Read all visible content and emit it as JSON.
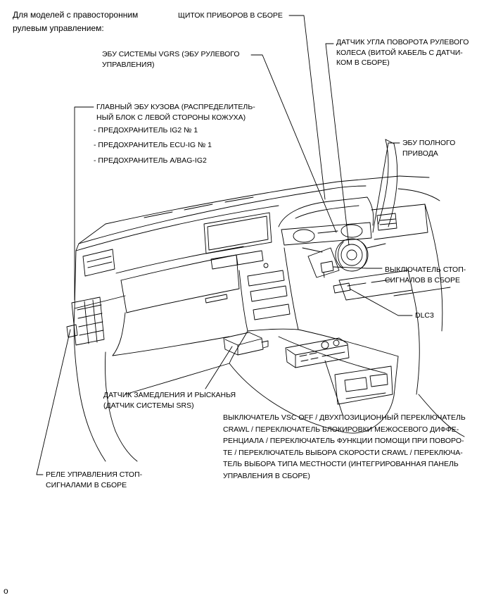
{
  "note": {
    "lines": [
      "Для моделей с правосторонним",
      "рулевым управлением:"
    ]
  },
  "callouts": {
    "instrument_cluster": {
      "lines": [
        "ЩИТОК ПРИБОРОВ В СБОРЕ"
      ]
    },
    "steering_angle_sensor": {
      "lines": [
        "ДАТЧИК УГЛА ПОВОРОТА РУЛЕВОГО",
        "КОЛЕСА (ВИТОЙ КАБЕЛЬ С ДАТЧИ-",
        "КОМ В СБОРЕ)"
      ]
    },
    "vgrs_ecu": {
      "lines": [
        "ЭБУ СИСТЕМЫ VGRS (ЭБУ РУЛЕВОГО",
        "УПРАВЛЕНИЯ)"
      ]
    },
    "main_body_ecu": {
      "lines": [
        "ГЛАВНЫЙ ЭБУ КУЗОВА (РАСПРЕДЕЛИТЕЛЬ-",
        "НЫЙ БЛОК С ЛЕВОЙ СТОРОНЫ КОЖУХА)"
      ],
      "fuses": [
        "- ПРЕДОХРАНИТЕЛЬ IG2 № 1",
        "- ПРЕДОХРАНИТЕЛЬ ECU-IG № 1",
        "- ПРЕДОХРАНИТЕЛЬ A/BAG-IG2"
      ]
    },
    "four_wd_ecu": {
      "lines": [
        "ЭБУ ПОЛНОГО",
        "ПРИВОДА"
      ]
    },
    "stop_light_switch": {
      "lines": [
        "ВЫКЛЮЧАТЕЛЬ СТОП-",
        "СИГНАЛОВ В СБОРЕ"
      ]
    },
    "dlc3": {
      "lines": [
        "DLC3"
      ]
    },
    "yaw_rate_sensor": {
      "lines": [
        "ДАТЧИК ЗАМЕДЛЕНИЯ И РЫСКАНЬЯ",
        "(ДАТЧИК СИСТЕМЫ SRS)"
      ]
    },
    "integrated_control_panel": {
      "lines": [
        "ВЫКЛЮЧАТЕЛЬ VSC OFF / ДВУХПОЗИЦИОННЫЙ ПЕРЕКЛЮЧАТЕЛЬ",
        "CRAWL / ПЕРЕКЛЮЧАТЕЛЬ БЛОКИРОВКИ МЕЖОСЕВОГО ДИФФЕ-",
        "РЕНЦИАЛА / ПЕРЕКЛЮЧАТЕЛЬ ФУНКЦИИ ПОМОЩИ ПРИ ПОВОРО-",
        "ТЕ / ПЕРЕКЛЮЧАТЕЛЬ ВЫБОРА СКОРОСТИ CRAWL / ПЕРЕКЛЮЧА-",
        "ТЕЛЬ ВЫБОРА ТИПА МЕСТНОСТИ (ИНТЕГРИРОВАННАЯ ПАНЕЛЬ",
        "УПРАВЛЕНИЯ В СБОРЕ)"
      ]
    },
    "stop_lamp_relay": {
      "lines": [
        "РЕЛЕ УПРАВЛЕНИЯ СТОП-",
        "СИГНАЛАМИ В СБОРЕ"
      ]
    }
  },
  "figure_code": "o",
  "colors": {
    "ink": "#000000",
    "background": "#ffffff"
  }
}
